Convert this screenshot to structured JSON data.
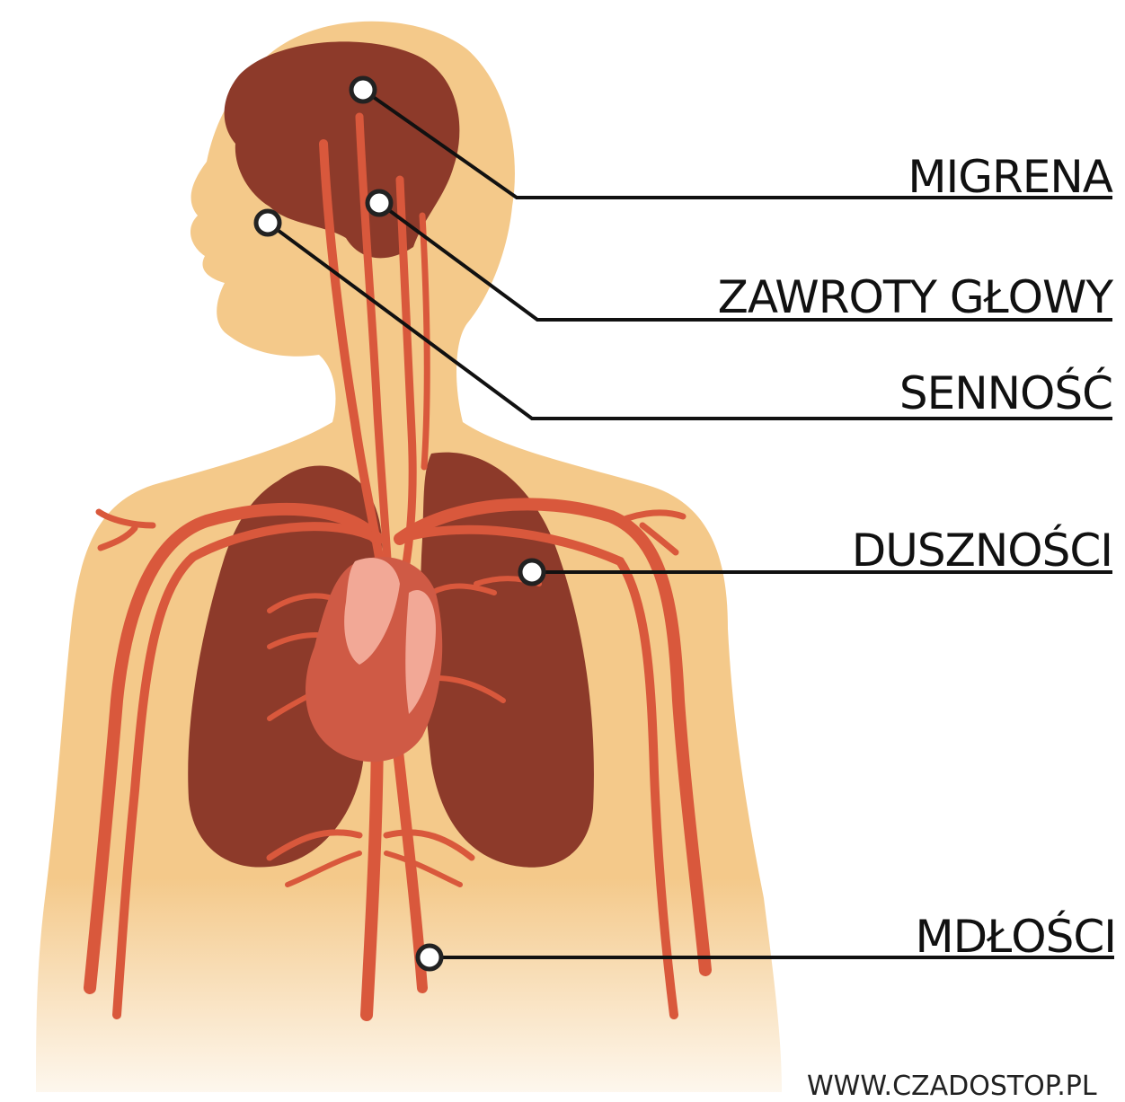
{
  "colors": {
    "skin": "#f4c98a",
    "organ": "#8d3a2a",
    "vessel": "#d9583c",
    "heart": "#cf5a45",
    "heart_highlight": "#f2a896",
    "leader_line": "#111111",
    "marker_fill": "#ffffff"
  },
  "symptoms": [
    {
      "id": "migrena",
      "label": "MIGRENA"
    },
    {
      "id": "zawroty",
      "label": "ZAWROTY GŁOWY"
    },
    {
      "id": "sennosc",
      "label": "SENNOŚĆ"
    },
    {
      "id": "dusznosci",
      "label": "DUSZNOŚCI"
    },
    {
      "id": "mdlosci",
      "label": "MDŁOŚCI"
    }
  ],
  "watermark": "WWW.CZADOSTOP.PL"
}
